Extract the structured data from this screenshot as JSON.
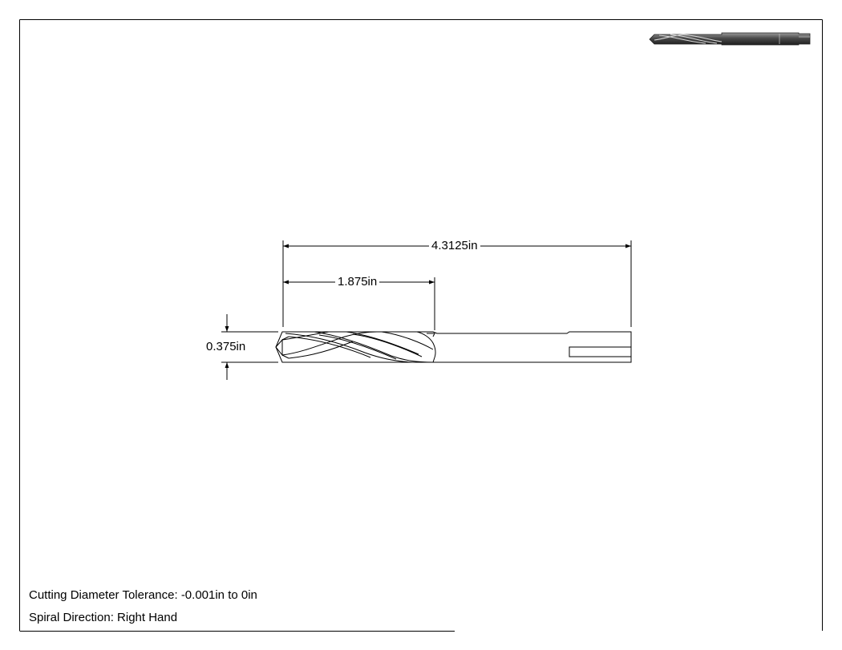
{
  "dimensions": {
    "overall_length": "4.3125in",
    "flute_length": "1.875in",
    "diameter": "0.375in"
  },
  "notes": {
    "tolerance": "Cutting Diameter Tolerance: -0.001in to 0in",
    "spiral": "Spiral Direction: Right Hand"
  }
}
